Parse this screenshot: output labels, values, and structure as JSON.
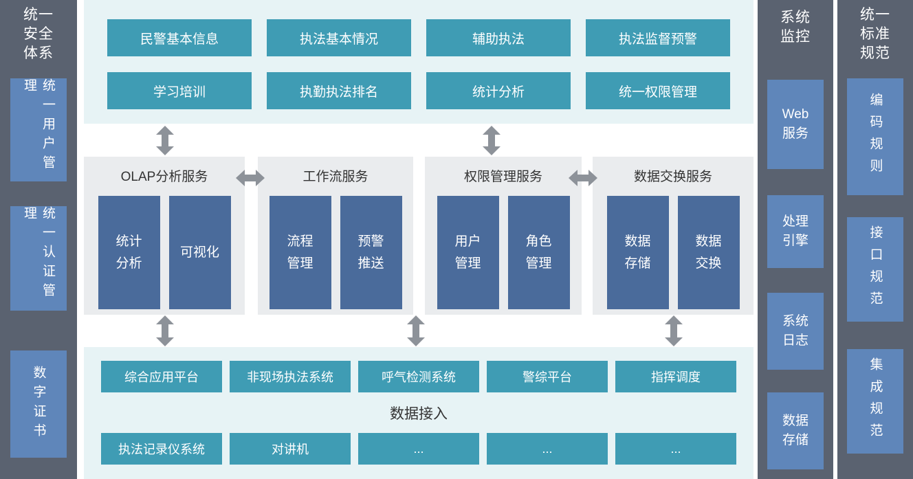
{
  "colors": {
    "dark-col": "#5a6270",
    "col-box-blue": "#5f86ba",
    "teal": "#3f9cb4",
    "strip-bg": "#e7f3f5",
    "panel-bg": "#eaecee",
    "module-blue": "#4a6b9b",
    "arrow-gray": "#8d9299",
    "text-dark": "#333333"
  },
  "security_column": {
    "title": "统一\n安全\n体系",
    "items": [
      "统一用户管理",
      "统一认证管理",
      "数字证书"
    ]
  },
  "application_layer": {
    "rows": [
      [
        "民警基本信息",
        "执法基本情况",
        "辅助执法",
        "执法监督预警"
      ],
      [
        "学习培训",
        "执勤执法排名",
        "统计分析",
        "统一权限管理"
      ]
    ]
  },
  "service_layer": {
    "panels": [
      {
        "title": "OLAP分析服务",
        "modules": [
          "统计\n分析",
          "可视化"
        ]
      },
      {
        "title": "工作流服务",
        "modules": [
          "流程\n管理",
          "预警\n推送"
        ]
      },
      {
        "title": "权限管理服务",
        "modules": [
          "用户\n管理",
          "角色\n管理"
        ]
      },
      {
        "title": "数据交换服务",
        "modules": [
          "数据\n存储",
          "数据\n交换"
        ]
      }
    ]
  },
  "data_layer": {
    "source_row": [
      "综合应用平台",
      "非现场执法系统",
      "呼气检测系统",
      "警综平台",
      "指挥调度"
    ],
    "label": "数据接入",
    "device_row": [
      "执法记录仪系统",
      "对讲机",
      "...",
      "...",
      "..."
    ]
  },
  "monitor_column": {
    "title": "系统\n监控",
    "items": [
      "Web\n服务",
      "处理\n引擎",
      "系统\n日志",
      "数据\n存储"
    ]
  },
  "standard_column": {
    "title": "统一\n标准\n规范",
    "items": [
      "编码规则",
      "接口规范",
      "集成规范"
    ]
  }
}
